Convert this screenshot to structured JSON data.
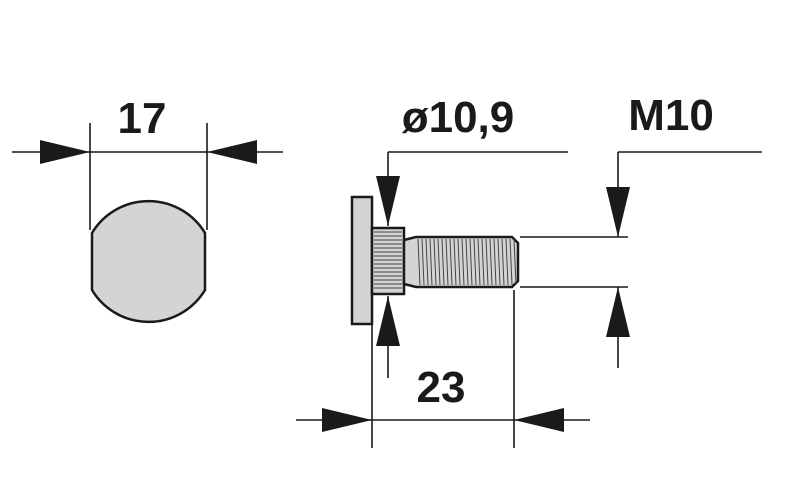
{
  "dimensions": {
    "head_width": "17",
    "shoulder_diameter": "ø10,9",
    "thread_size": "M10",
    "length": "23"
  },
  "colors": {
    "line": "#1a1a1a",
    "part_fill": "#d4d4d4",
    "background": "#ffffff"
  }
}
